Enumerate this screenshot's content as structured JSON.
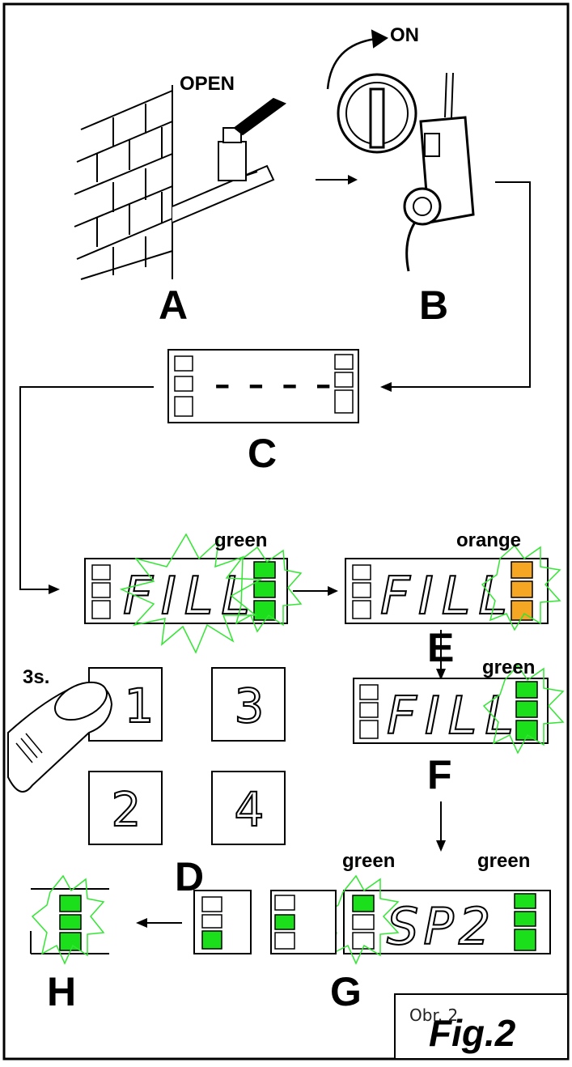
{
  "labels": {
    "open": "OPEN",
    "on": "ON",
    "step_a": "A",
    "step_b": "B",
    "step_c": "C",
    "step_d": "D",
    "step_e": "E",
    "step_f": "F",
    "step_g": "G",
    "step_h": "H",
    "green": "green",
    "orange": "orange",
    "press_time": "3s."
  },
  "display_c": {
    "text": "----"
  },
  "display_d": {
    "text": "FILL"
  },
  "display_e": {
    "text": "FILL"
  },
  "display_f": {
    "text": "FILL"
  },
  "display_g": {
    "text": "SP2"
  },
  "keypad": {
    "key1": "1",
    "key2": "2",
    "key3": "3",
    "key4": "4"
  },
  "caption": {
    "obr": "Obr. 2",
    "fig": "Fig.2"
  },
  "colors": {
    "green": "#1adf1a",
    "orange": "#f5a623",
    "line": "#000000",
    "burst": "#33e633"
  }
}
